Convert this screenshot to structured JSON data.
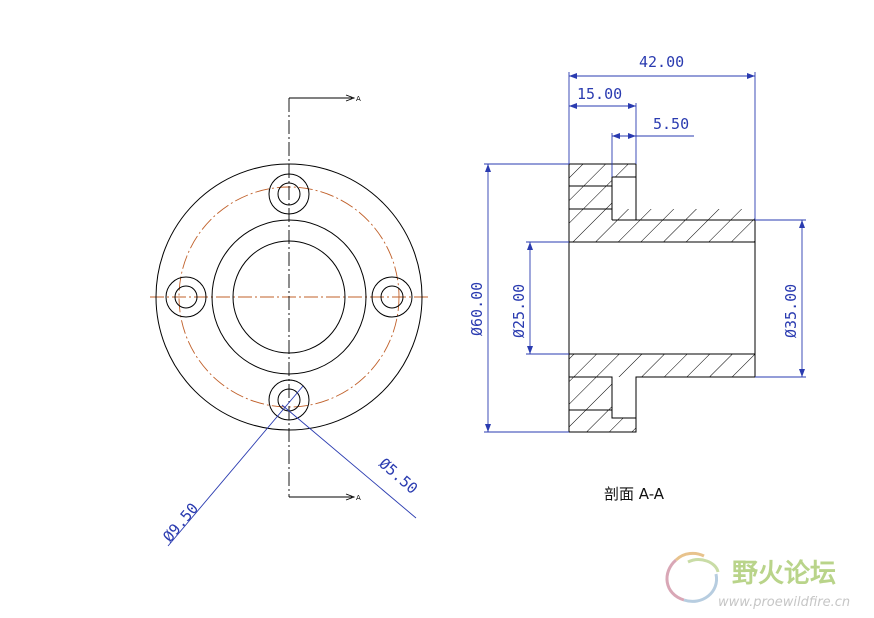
{
  "front_view": {
    "section_mark_top": "A",
    "section_mark_bottom": "A",
    "dim_hole_counterbore": "Ø9.50",
    "dim_hole_through": "Ø5.50"
  },
  "section_view": {
    "dim_total_length": "42.00",
    "dim_flange_thickness": "15.00",
    "dim_counterbore_depth": "5.50",
    "dim_outer_diameter": "Ø60.00",
    "dim_bore_diameter": "Ø25.00",
    "dim_hub_diameter": "Ø35.00",
    "caption": "剖面 A-A"
  },
  "watermark": {
    "name_cn": "野火论坛",
    "url": "www.proewildfire.cn"
  },
  "colors": {
    "outline": "#000000",
    "dimension": "#2a3bb0",
    "centerline": "#c0602a",
    "watermark_green": "#b9d48a"
  }
}
